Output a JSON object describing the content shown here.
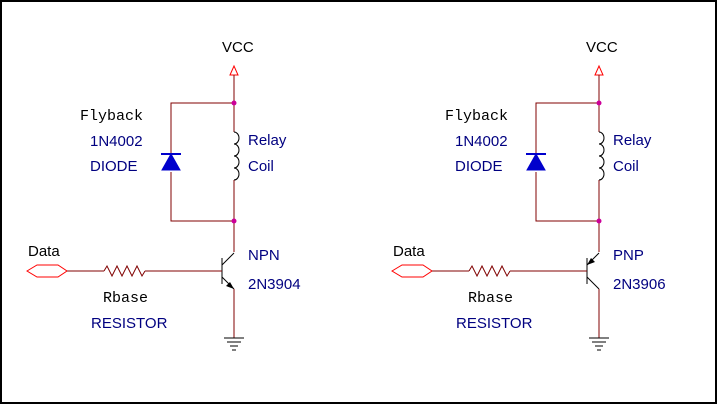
{
  "circuits": [
    {
      "id": "npn",
      "vcc": "VCC",
      "flyback": "Flyback",
      "diode_part": "1N4002",
      "diode_label": "DIODE",
      "relay": "Relay",
      "coil": "Coil",
      "data": "Data",
      "rbase": "Rbase",
      "resistor": "RESISTOR",
      "transistor_type": "NPN",
      "transistor_part": "2N3904"
    },
    {
      "id": "pnp",
      "vcc": "VCC",
      "flyback": "Flyback",
      "diode_part": "1N4002",
      "diode_label": "DIODE",
      "relay": "Relay",
      "coil": "Coil",
      "data": "Data",
      "rbase": "Rbase",
      "resistor": "RESISTOR",
      "transistor_type": "PNP",
      "transistor_part": "2N3906"
    }
  ],
  "colors": {
    "wire": "#800000",
    "label": "#000080",
    "power": "#ff0000",
    "diode": "#0000cc",
    "junction": "#cc0099"
  }
}
